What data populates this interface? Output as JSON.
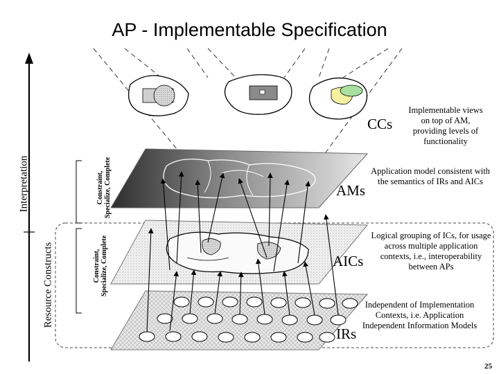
{
  "title": "AP - Implementable Specification",
  "layers": {
    "ccs": "CCs",
    "ams": "AMs",
    "aics": "AICs",
    "irs": "IRs"
  },
  "descriptions": {
    "ccs": "Implementable views on top of AM, providing levels of functionality",
    "ams": "Application model consistent with the semantics of IRs and AICs",
    "aics": "Logical grouping of ICs, for usage across multiple application contexts, i.e., interoperability between APs",
    "irs": "Independent of Implementation Contexts, i.e. Application Independent Information Models"
  },
  "side_labels": {
    "interpretation": "Interpretation",
    "resource_constructs": "Resource Constructs",
    "upper_bracket": "Constraint, Specialize, Complete",
    "lower_bracket": "Constraint, Specialize, Complete"
  },
  "page_number": "25"
}
